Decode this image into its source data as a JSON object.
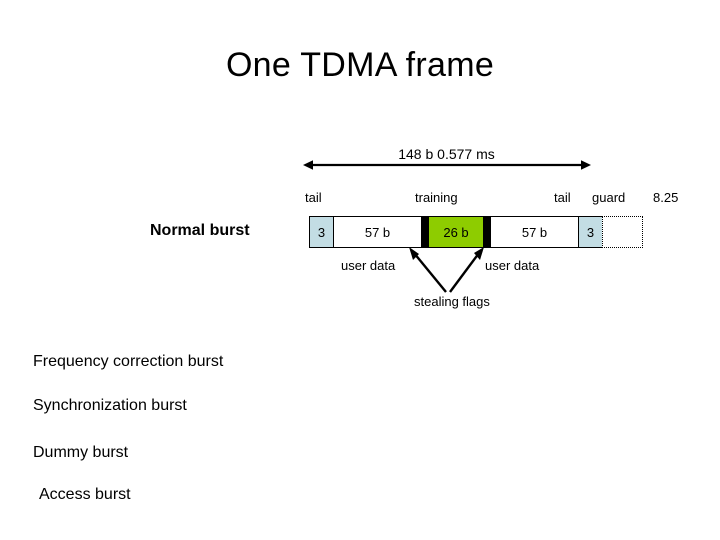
{
  "slide": {
    "title": "One TDMA frame"
  },
  "frame_duration": {
    "label": "148 b 0.577 ms",
    "arrow_icon": "double-headed-arrow-icon"
  },
  "normal_burst": {
    "row_label": "Normal burst",
    "labels_above": [
      {
        "id": "tail-left",
        "text": "tail"
      },
      {
        "id": "training",
        "text": "training"
      },
      {
        "id": "tail-right",
        "text": "tail"
      },
      {
        "id": "guard",
        "text": "guard"
      },
      {
        "id": "guard-value",
        "text": "8.25"
      }
    ],
    "segments": [
      {
        "id": "tail-left",
        "text": "3",
        "color": "#c3dde4"
      },
      {
        "id": "user-data-left",
        "text": "57 b",
        "color": "#ffffff"
      },
      {
        "id": "stealing-flag-left",
        "text": "",
        "color": "#000000"
      },
      {
        "id": "training-sequence",
        "text": "26 b",
        "color": "#8ecc00"
      },
      {
        "id": "stealing-flag-right",
        "text": "",
        "color": "#000000"
      },
      {
        "id": "user-data-right",
        "text": "57 b",
        "color": "#ffffff"
      },
      {
        "id": "tail-right",
        "text": "3",
        "color": "#c3dde4"
      },
      {
        "id": "guard-period",
        "text": "",
        "color": "#ffffff"
      }
    ],
    "labels_below": [
      {
        "id": "user-data-left",
        "text": "user data"
      },
      {
        "id": "user-data-right",
        "text": "user data"
      },
      {
        "id": "stealing-flags",
        "text": "stealing flags"
      }
    ]
  },
  "burst_types": [
    {
      "text": "Frequency correction burst"
    },
    {
      "text": "Synchronization burst"
    },
    {
      "text": "Dummy burst"
    },
    {
      "text": "Access burst"
    }
  ],
  "colors": {
    "training_green": "#8ecc00",
    "tail_blue": "#c3dde4",
    "outline": "#000000",
    "background": "#ffffff"
  }
}
